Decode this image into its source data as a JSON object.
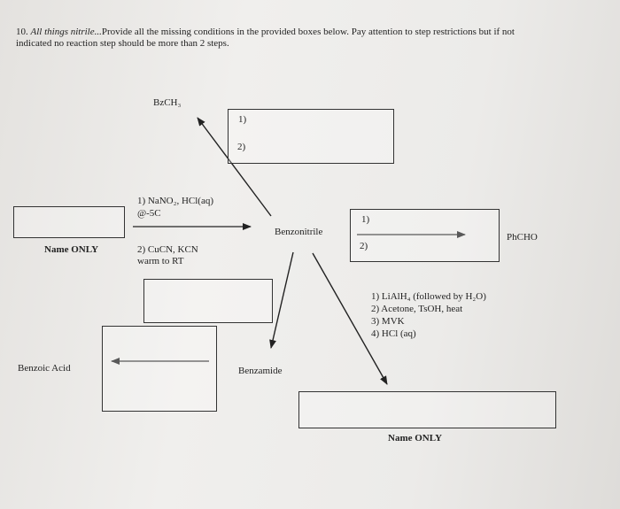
{
  "question": {
    "number": "10.",
    "lead": "All things nitrile...",
    "line1_rest": "Provide all the missing conditions in the provided boxes below. Pay attention to step restrictions but if not",
    "line2": "indicated no reaction step should be more than 2 steps."
  },
  "compounds": {
    "top": "BzCH₃",
    "center": "Benzonitrile",
    "right": "PhCHO",
    "left_bottom": "Benzoic Acid",
    "amide": "Benzamide"
  },
  "step_labels": {
    "top_step1": "1)",
    "top_step2": "2)",
    "right_step1": "1)",
    "right_step2": "2)"
  },
  "left_reaction": {
    "cond1a": "1) NaNO₂, HCl(aq)",
    "cond1b": "@-5C",
    "cond2a": "2) CuCN, KCN",
    "cond2b": "warm to RT",
    "name_only": "Name ONLY"
  },
  "lower_right_reaction": {
    "c1": "1) LiAlH₄ (followed by H₂O)",
    "c2": "2) Acetone, TsOH, heat",
    "c3": "3) MVK",
    "c4": "4) HCl (aq)",
    "name_only": "Name ONLY"
  }
}
